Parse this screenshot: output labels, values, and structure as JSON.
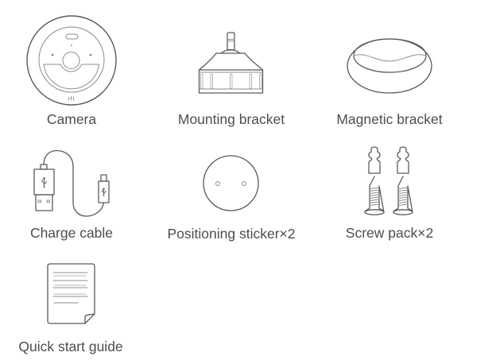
{
  "package_contents": {
    "colors": {
      "background": "#ffffff",
      "text": "#4d4d4d",
      "line": "#5a5a5a",
      "line_light": "#8c8c8c"
    },
    "items": [
      {
        "label": "Camera",
        "icon": "camera-icon"
      },
      {
        "label": "Mounting bracket",
        "icon": "mounting-bracket-icon"
      },
      {
        "label": "Magnetic bracket",
        "icon": "magnetic-bracket-icon"
      },
      {
        "label": "Charge cable",
        "icon": "charge-cable-icon"
      },
      {
        "label": "Positioning sticker×2",
        "icon": "positioning-sticker-icon"
      },
      {
        "label": "Screw pack×2",
        "icon": "screw-pack-icon"
      },
      {
        "label": "Quick start guide",
        "icon": "document-icon"
      }
    ]
  }
}
